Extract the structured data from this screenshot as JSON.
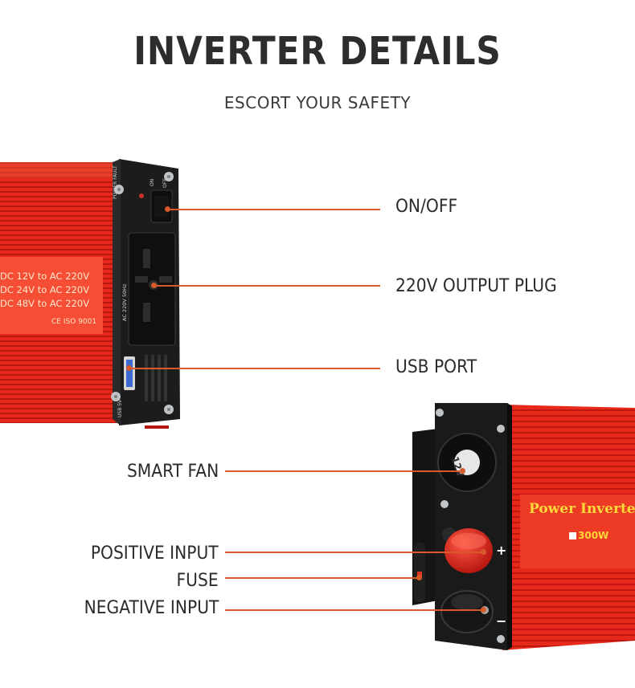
{
  "header": {
    "title": "INVERTER DETAILS",
    "subtitle": "ESCORT YOUR SAFETY"
  },
  "top_device": {
    "side_panel_lines": [
      "DC 12V to AC 220V",
      "DC 24V to AC 220V",
      "DC 48V to AC 220V"
    ],
    "certification": "CE ISO 9001",
    "panel_texts": {
      "power_fault": "POWER FAULT",
      "on": "ON",
      "off": "OFF",
      "ac_rating": "AC 220V 50Hz",
      "usb_rating": "USB 5V"
    }
  },
  "bottom_device": {
    "brand": "Power Inverter",
    "wattage": "300W",
    "fan_voltage": "12V",
    "plus_symbol": "+",
    "minus_symbol": "−"
  },
  "callouts": {
    "on_off": "ON/OFF",
    "output_plug": "220V OUTPUT PLUG",
    "usb_port": "USB PORT",
    "smart_fan": "SMART FAN",
    "positive_input": "POSITIVE INPUT",
    "fuse": "FUSE",
    "negative_input": "NEGATIVE INPUT"
  },
  "colors": {
    "accent_line": "#d85a2a",
    "housing_red": "#e2231a",
    "panel_black": "#1c1c1c"
  }
}
